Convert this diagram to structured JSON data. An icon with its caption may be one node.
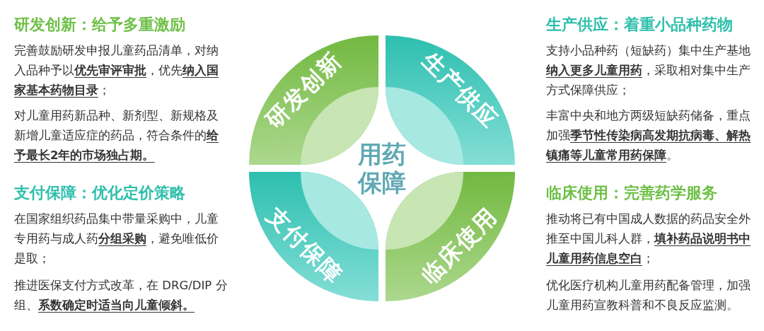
{
  "diagram": {
    "nodes": [
      {
        "text": [
          "用药保障"
        ]
      },
      {
        "text": [
          "研发创新"
        ]
      },
      {
        "text": [
          "生产供应"
        ]
      },
      {
        "text": [
          "支付保障"
        ]
      },
      {
        "text": [
          "临床使用"
        ]
      }
    ],
    "labels": [
      "研发创新：给予多重激励",
      "完善鼓励研发申报儿童药品清单，对纳入品种予以**优先审评审批**，优先**纳入国家基本药物目录**；",
      "对儿童用药新品种、新剂型、新规格及新增儿童适应症的药品，符合条件的**给予最长2年的市场独占期。**",
      "生产供应：着重小品种药物",
      "支持小品种药（短缺药）集中生产基地**纳入更多儿童用药**，采取相对集中生产方式保障供应；",
      "丰富中央和地方两级短缺药储备，重点加强**季节性传染病高发期抗病毒、解热镇痛等儿童常用药保障**。",
      "支付保障：优化定价策略",
      "在国家组织药品集中带量采购中，儿童专用药与成人药**分组采购**，避免唯低价是取；",
      "推进医保支付方式改革，在 DRG/DIP 分组、**系数确定时适当向儿童倾斜。**",
      "临床使用：完善药学服务",
      "推动将已有中国成人数据的药品安全外推至中国儿科人群，**填补药品说明书中儿童用药信息空白**；",
      "优化医疗机构儿童用药配备管理，加强儿童用药宣教科普和不良反应监测。"
    ]
  }
}
